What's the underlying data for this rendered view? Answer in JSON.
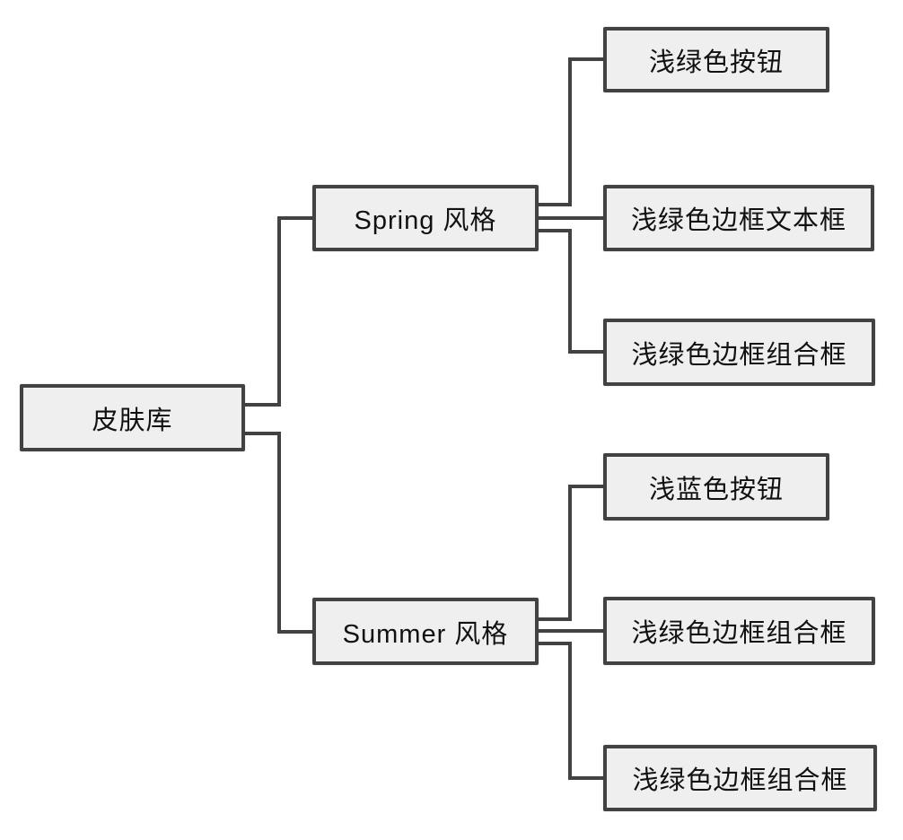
{
  "diagram": {
    "type": "tree",
    "orientation": "left-to-right",
    "colors": {
      "background": "#ffffff",
      "node_fill": "#efefef",
      "node_border": "#424242",
      "connector": "#424242",
      "text": "#111111"
    },
    "nodes": {
      "root": {
        "label": "皮肤库"
      },
      "spring": {
        "label": "Spring 风格"
      },
      "spring_child_button": {
        "label": "浅绿色按钮"
      },
      "spring_child_textbox": {
        "label": "浅绿色边框文本框"
      },
      "spring_child_combobox": {
        "label": "浅绿色边框组合框"
      },
      "summer": {
        "label": "Summer 风格"
      },
      "summer_child_button": {
        "label": "浅蓝色按钮"
      },
      "summer_child_combobox_1": {
        "label": "浅绿色边框组合框"
      },
      "summer_child_combobox_2": {
        "label": "浅绿色边框组合框"
      }
    },
    "edges": [
      {
        "from": "root",
        "to": "spring"
      },
      {
        "from": "root",
        "to": "summer"
      },
      {
        "from": "spring",
        "to": "spring_child_button"
      },
      {
        "from": "spring",
        "to": "spring_child_textbox"
      },
      {
        "from": "spring",
        "to": "spring_child_combobox"
      },
      {
        "from": "summer",
        "to": "summer_child_button"
      },
      {
        "from": "summer",
        "to": "summer_child_combobox_1"
      },
      {
        "from": "summer",
        "to": "summer_child_combobox_2"
      }
    ]
  }
}
